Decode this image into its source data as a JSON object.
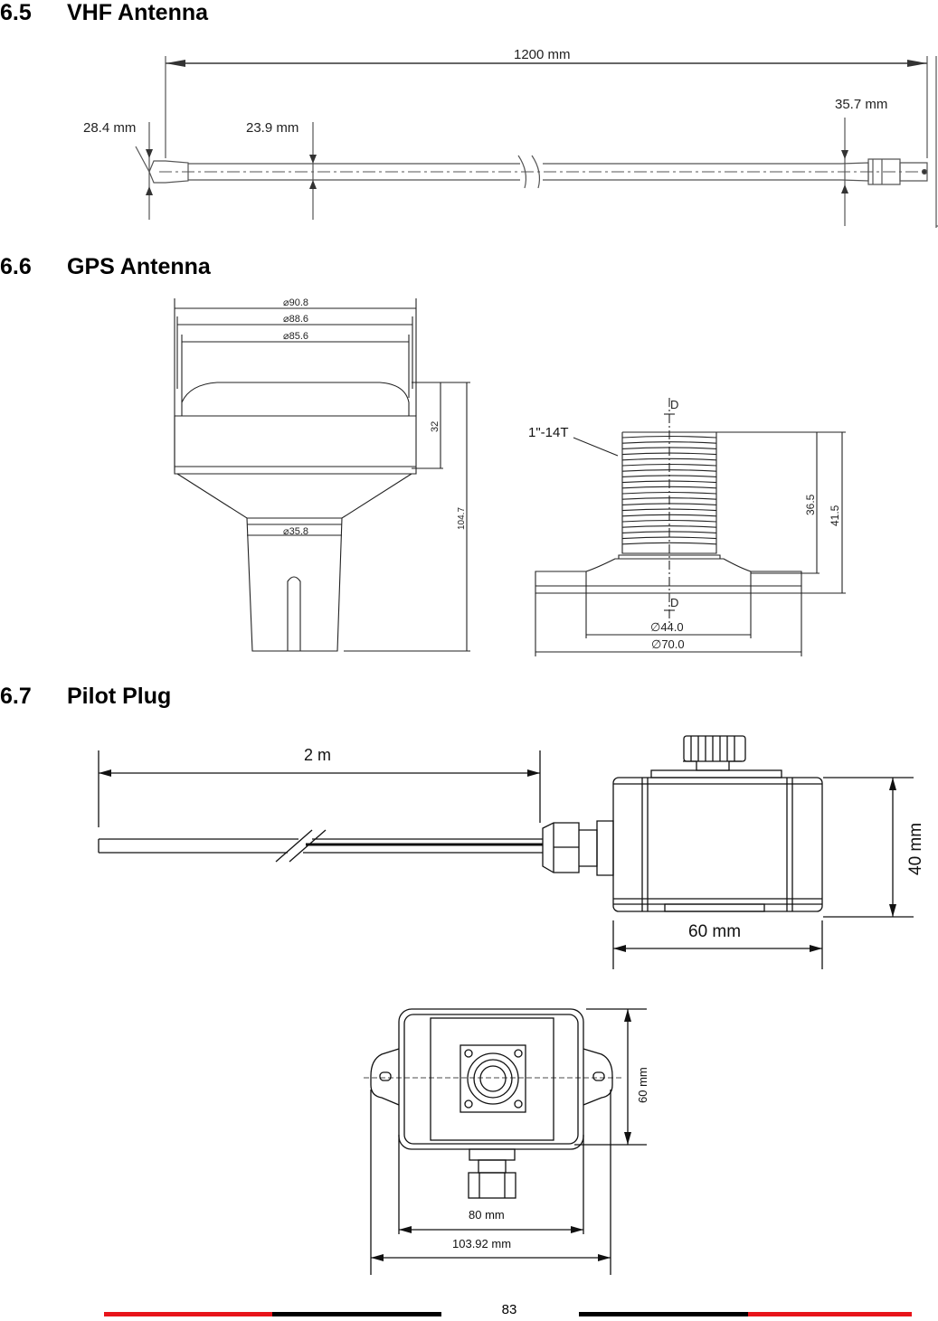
{
  "sections": [
    {
      "number": "6.5",
      "title": "VHF Antenna"
    },
    {
      "number": "6.6",
      "title": "GPS Antenna"
    },
    {
      "number": "6.7",
      "title": "Pilot Plug"
    }
  ],
  "vhf": {
    "length": "1200 mm",
    "tip_diameter": "28.4 mm",
    "mid_diameter": "23.9 mm",
    "base_diameter": "35.7 mm"
  },
  "gps": {
    "d1": "⌀90.8",
    "d2": "⌀88.6",
    "d3": "⌀85.6",
    "dome_height": "32",
    "total_height": "104.7",
    "stem_diameter": "⌀35.8",
    "thread": "1\"-14T",
    "section_top": "D",
    "section_bottom": "D",
    "thread_height": "36.5",
    "mount_height": "41.5",
    "inner_diameter": "∅44.0",
    "flange_diameter": "∅70.0"
  },
  "pilot": {
    "cable_length": "2 m",
    "box_height": "40 mm",
    "box_width": "60 mm",
    "top_depth": "60 mm",
    "top_width": "80 mm",
    "flange_width": "103.92 mm"
  },
  "page_number": "83",
  "footer_colors": {
    "red": "#e8141a",
    "black": "#000000"
  }
}
